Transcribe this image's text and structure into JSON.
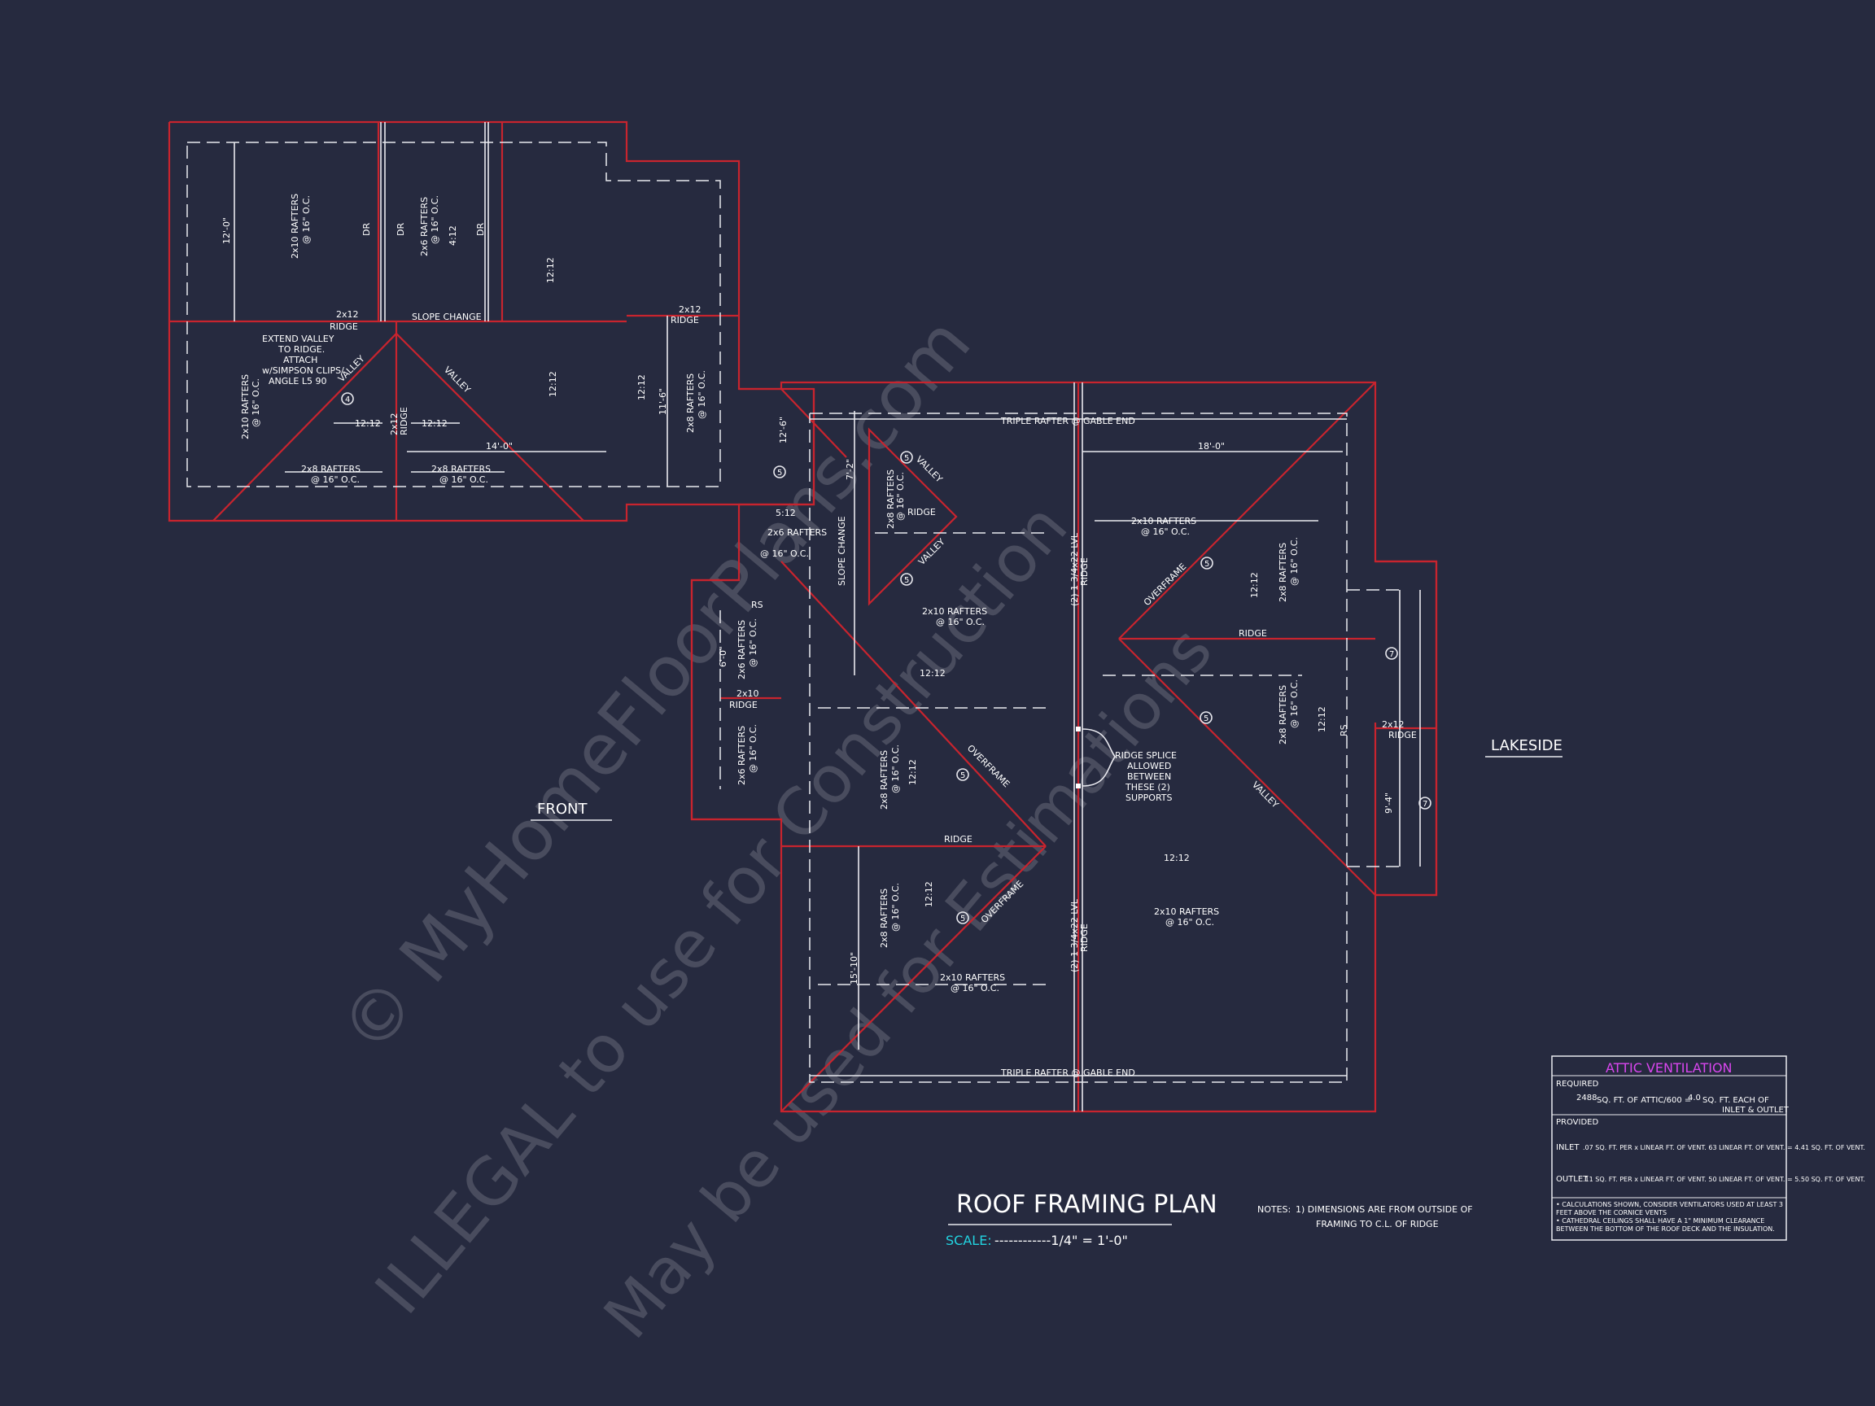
{
  "sheet": {
    "title": "ROOF FRAMING PLAN",
    "scale_label": "SCALE:",
    "scale_value": "------------1/4\" = 1'-0\"",
    "notes_label": "NOTES:",
    "notes": [
      "1) DIMENSIONS ARE FROM OUTSIDE OF",
      "FRAMING TO C.L. OF RIDGE"
    ],
    "orientation_front": "FRONT",
    "orientation_lakeside": "LAKESIDE"
  },
  "watermark": {
    "line1": "© MyHomeFloorPlans.com",
    "line2": "ILLEGAL to use for Construction",
    "line3": "May be used for Estimations"
  },
  "attic_ventilation": {
    "title": "ATTIC VENTILATION",
    "required_label": "REQUIRED",
    "required_line1": "SQ. FT. OF ATTIC/600 =",
    "required_value1": "2488",
    "required_value2": "4.0",
    "required_line2": "SQ. FT. EACH OF",
    "required_line3": "INLET & OUTLET",
    "provided_label": "PROVIDED",
    "inlet_label": "INLET",
    "inlet_text": ".07 SQ. FT. PER x  LINEAR FT. OF VENT.  63 LINEAR FT. OF VENT.  = 4.41 SQ. FT. OF VENT.",
    "outlet_label": "OUTLET",
    "outlet_text": ".11 SQ. FT. PER x  LINEAR FT. OF VENT.  50 LINEAR FT. OF VENT.  = 5.50 SQ. FT. OF VENT.",
    "note1": "• CALCULATIONS SHOWN, CONSIDER VENTILATORS USED AT LEAST 3 FEET ABOVE THE CORNICE VENTS",
    "note2": "• CATHEDRAL CEILINGS SHALL HAVE A 1\" MINIMUM CLEARANCE BETWEEN THE BOTTOM OF THE ROOF DECK AND THE INSULATION."
  },
  "labels": {
    "rafters_2x10": "2x10 RAFTERS",
    "rafters_2x8": "2x8 RAFTERS",
    "rafters_2x6": "2x6 RAFTERS",
    "oc16": "@ 16\" O.C.",
    "ridge": "RIDGE",
    "ridge_2x12": "2x12",
    "ridge_2x10": "2x10",
    "valley": "VALLEY",
    "overframe": "OVERFRAME",
    "slope_change": "SLOPE CHANGE",
    "dr": "DR",
    "rs": "RS",
    "triple_rafter": "TRIPLE RAFTER @ GABLE END",
    "lvl": "(2) 1 3/4x22 LVL",
    "pitch_1212": "12:12",
    "pitch_512": "5:12",
    "pitch_412": "4:12",
    "extend_valley": [
      "EXTEND VALLEY",
      "TO RIDGE.",
      "ATTACH",
      "w/SIMPSON CLIPS/",
      "ANGLE L5 90"
    ],
    "ridge_splice": [
      "RIDGE SPLICE",
      "ALLOWED",
      "BETWEEN",
      "THESE (2)",
      "SUPPORTS"
    ],
    "dims": {
      "d12_0": "12'-0\"",
      "d14_0": "14'-0\"",
      "d11_6": "11'-6\"",
      "d18_0": "18'-0\"",
      "d12_6": "12'-6\"",
      "d7_2": "7'-2\"",
      "d6_0": "6'-0\"",
      "d9_4": "9'-4\"",
      "d15_10": "15'-10\""
    },
    "tags": {
      "t4": "4",
      "t5": "5",
      "t7": "7"
    }
  }
}
